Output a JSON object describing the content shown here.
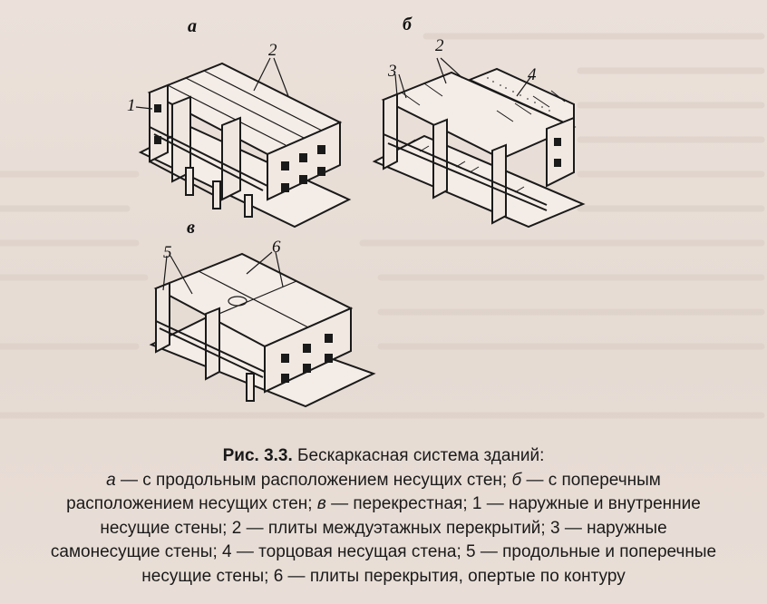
{
  "figure": {
    "labels": {
      "a": "а",
      "b": "б",
      "v": "в"
    },
    "callouts": {
      "a": [
        "1",
        "2"
      ],
      "b": [
        "2",
        "3",
        "4"
      ],
      "v": [
        "5",
        "6"
      ]
    }
  },
  "caption": {
    "title": "Рис. 3.3.",
    "title_rest": " Бескаркасная система зданий:",
    "line1_a": "а",
    "line1": " — с продольным расположением несущих стен; ",
    "line1_b": "б",
    "line1_end": " — с поперечным",
    "line2": "расположением несущих стен; ",
    "line2_v": "в",
    "line2_end": " — перекрестная; 1 — наружные и внутренние",
    "line3": "несущие стены; 2 — плиты междуэтажных перекрытий; 3 — наружные",
    "line4": "самонесущие стены; 4 — торцовая несущая стена; 5 — продольные и поперечные",
    "line5": "несущие стены; 6 — плиты перекрытия, опертые по контуру"
  }
}
